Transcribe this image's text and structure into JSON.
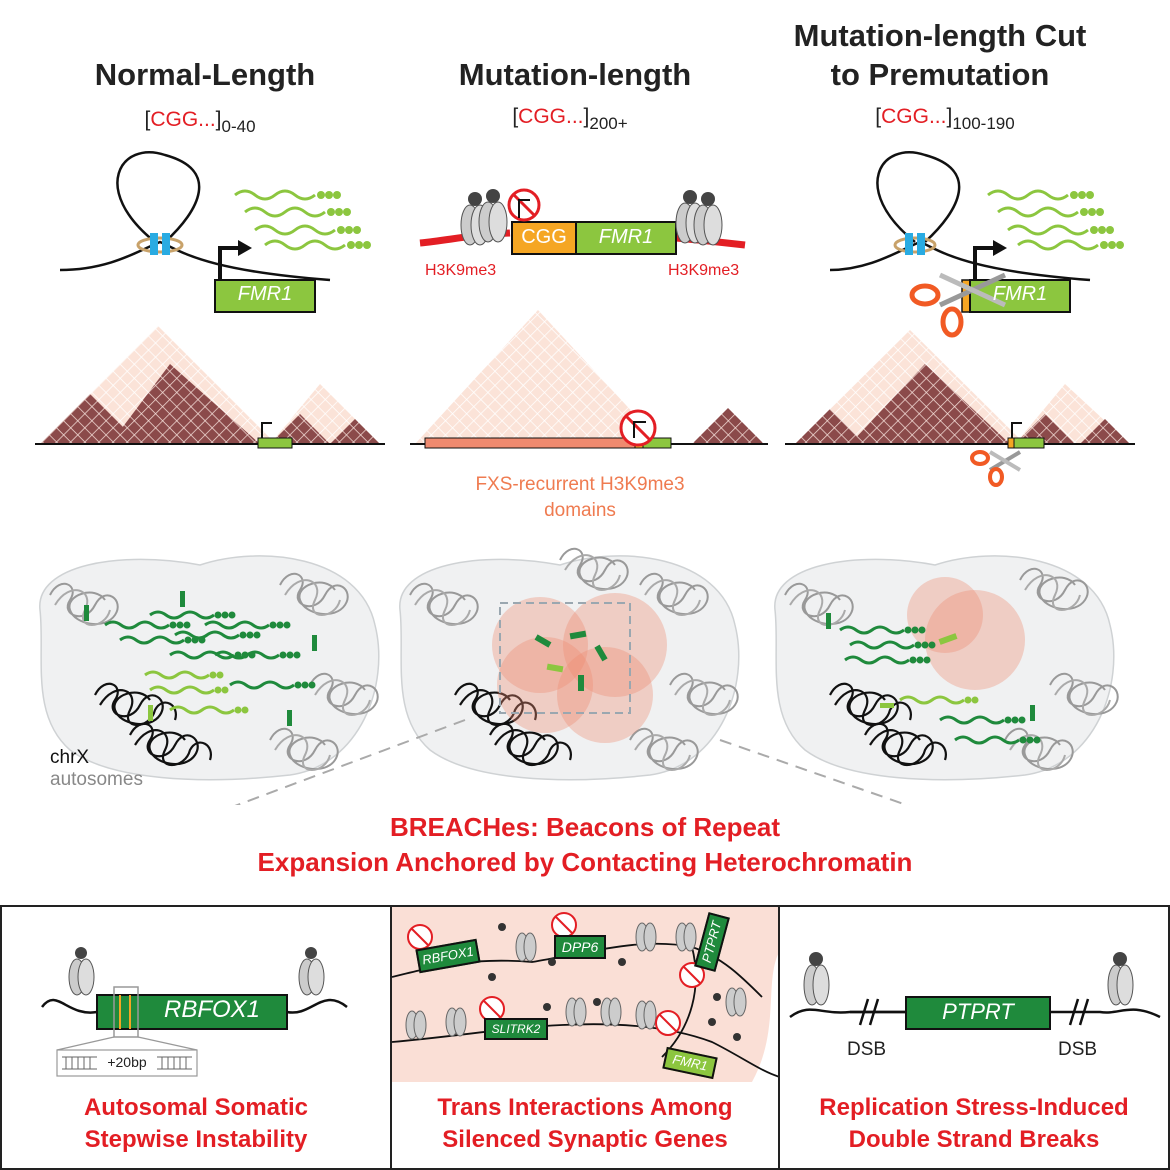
{
  "columns": [
    {
      "title": "Normal-Length",
      "repeat": "CGG...",
      "repeat_range": "0-40"
    },
    {
      "title": "Mutation-length",
      "repeat": "CGG...",
      "repeat_range": "200+"
    },
    {
      "title_line1": "Mutation-length Cut",
      "title_line2": "to Premutation",
      "repeat": "CGG...",
      "repeat_range": "100-190"
    }
  ],
  "gene_labels": {
    "fmr1": "FMR1",
    "cgg": "CGG",
    "h3k9_left": "H3K9me3",
    "h3k9_right": "H3K9me3"
  },
  "fxs_label": {
    "line1": "FXS-recurrent H3K9me3",
    "line2": "domains"
  },
  "nucleus_legend": {
    "chrx": "chrX",
    "autosomes": "autosomes"
  },
  "breaches": {
    "line1": "BREACHes: Beacons of Repeat",
    "line2": "Expansion Anchored by Contacting Heterochromatin"
  },
  "panels": {
    "left": {
      "gene": "RBFOX1",
      "insert": "+20bp",
      "caption1": "Autosomal Somatic",
      "caption2": "Stepwise Instability"
    },
    "middle": {
      "genes": [
        "RBFOX1",
        "DPP6",
        "PTPRT",
        "SLITRK2",
        "FMR1"
      ],
      "caption1": "Trans Interactions Among",
      "caption2": "Silenced Synaptic Genes"
    },
    "right": {
      "gene": "PTPRT",
      "dsb_left": "DSB",
      "dsb_right": "DSB",
      "caption1": "Replication Stress-Induced",
      "caption2": "Double Strand Breaks"
    }
  },
  "colors": {
    "red": "#e31e24",
    "green": "#1f8a3c",
    "lightgreen": "#8cc63f",
    "orange": "#f5a623",
    "brown": "#8b4a4a"
  }
}
